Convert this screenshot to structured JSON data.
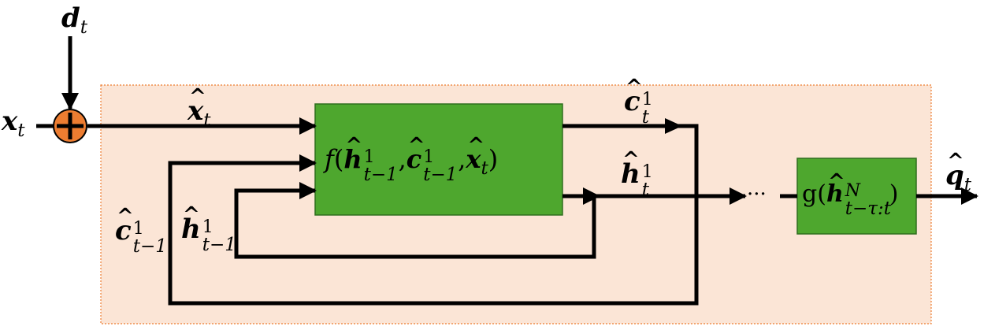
{
  "labels": {
    "input": "x",
    "input_sub": "t",
    "disturbance": "d",
    "disturbance_sub": "t",
    "input_hat": "x",
    "input_hat_sub": "t",
    "cell_out": "c",
    "cell_out_sup": "1",
    "cell_out_sub": "t",
    "hidden_out": "h",
    "hidden_out_sup": "1",
    "hidden_out_sub": "t",
    "cell_prev": "c",
    "cell_prev_sup": "1",
    "cell_prev_sub": "t−1",
    "hidden_prev": "h",
    "hidden_prev_sup": "1",
    "hidden_prev_sub": "t−1",
    "output": "q",
    "output_sub": "t",
    "ellipsis": "···"
  },
  "blocks": {
    "f_name": "f",
    "f_h": "h",
    "f_h_sup": "1",
    "f_h_sub": "t−1",
    "f_c": "c",
    "f_c_sup": "1",
    "f_c_sub": "t−1",
    "f_x": "x",
    "f_x_sub": "t",
    "g_name": "g",
    "g_h": "h",
    "g_h_sup": "N",
    "g_h_sub": "t−τ:t"
  },
  "colors": {
    "background_panel": "#fbe5d6",
    "panel_border": "#ed7d31",
    "block_fill": "#4ea72e",
    "block_border": "#2f6f1f",
    "sum_node": "#ed7d31",
    "line": "#000000"
  },
  "icons": {
    "sum_node": "plus-circle-icon"
  }
}
